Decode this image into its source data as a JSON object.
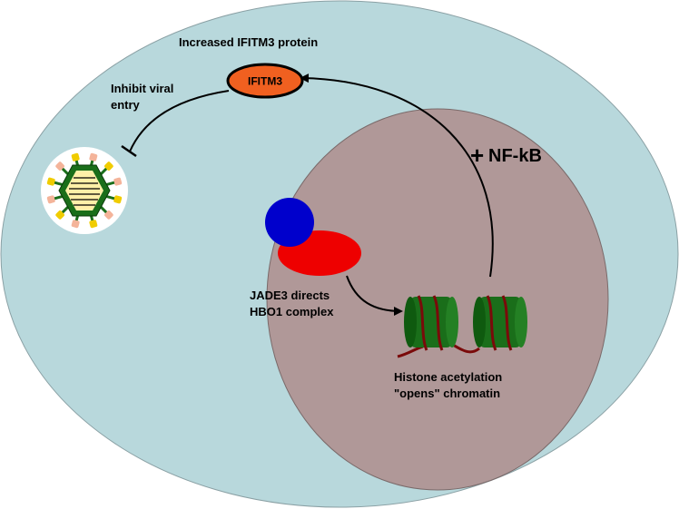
{
  "labels": {
    "increased_protein": "Increased IFITM3 protein",
    "ifitm3": "IFITM3",
    "inhibit_line1": "Inhibit viral",
    "inhibit_line2": "entry",
    "nfkb_plus": "+",
    "nfkb": "NF-kB",
    "jade_line1": "JADE3 directs",
    "jade_line2": "HBO1 complex",
    "histone_line1": "Histone acetylation",
    "histone_line2": "\"opens\" chromatin"
  },
  "colors": {
    "cell": "#b8d8dc",
    "nucleus": "#b09898",
    "virus_bg": "#ffffff",
    "ifitm3_fill": "#f06020",
    "jade_blue": "#0000cc",
    "hbo1_red": "#ee0000",
    "nucleosome": "#1a6e1a",
    "dna": "#7a0a0a",
    "virus_shell": "#1a6e1a",
    "virus_core": "#fff0a8",
    "virus_spike_yellow": "#f0cc00",
    "virus_spike_peach": "#f4b49a"
  },
  "icons": {
    "virus": "virus-icon",
    "nucleosome": "nucleosome-icon",
    "inhibition": "inhibition-arrow-icon"
  }
}
